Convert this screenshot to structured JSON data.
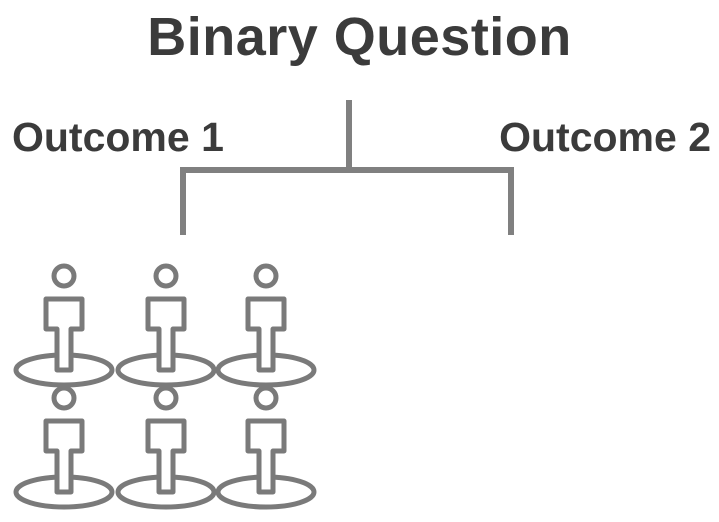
{
  "diagram": {
    "title": "Binary Question",
    "outcomes": [
      {
        "label": "Outcome 1"
      },
      {
        "label": "Outcome 2"
      }
    ],
    "people_groups": [
      {
        "outcome": "Outcome 1",
        "count": 6
      },
      {
        "outcome": "Outcome 2",
        "count": 0
      }
    ],
    "colors": {
      "text": "#3b3b3b",
      "lines": "#808080",
      "icon_stroke": "#7a7a7a"
    },
    "icon": "person-on-platform-icon"
  }
}
